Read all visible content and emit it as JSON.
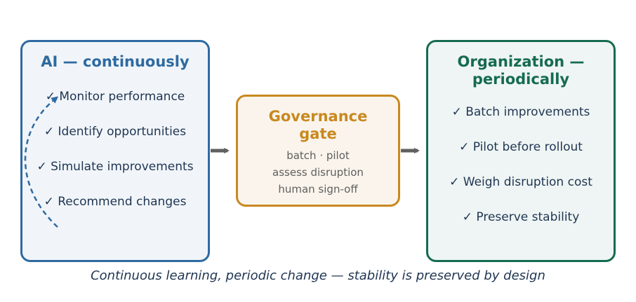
{
  "ai": {
    "title": "AI — continuously",
    "items": [
      "✓ Monitor performance",
      "✓ Identify opportunities",
      "✓ Simulate improvements",
      "✓ Recommend changes"
    ]
  },
  "gate": {
    "title_line1": "Governance",
    "title_line2": "gate",
    "lines": [
      "batch · pilot",
      "assess disruption",
      "human sign-off"
    ]
  },
  "org": {
    "title_line1": "Organization —",
    "title_line2": "periodically",
    "items": [
      "✓ Batch improvements",
      "✓ Pilot before rollout",
      "✓ Weigh disruption cost",
      "✓ Preserve stability"
    ]
  },
  "caption": "Continuous learning, periodic change — stability is preserved by design",
  "colors": {
    "ai": "#2e6aa0",
    "gate": "#c8891f",
    "org": "#156b50",
    "arrow": "#606060"
  }
}
